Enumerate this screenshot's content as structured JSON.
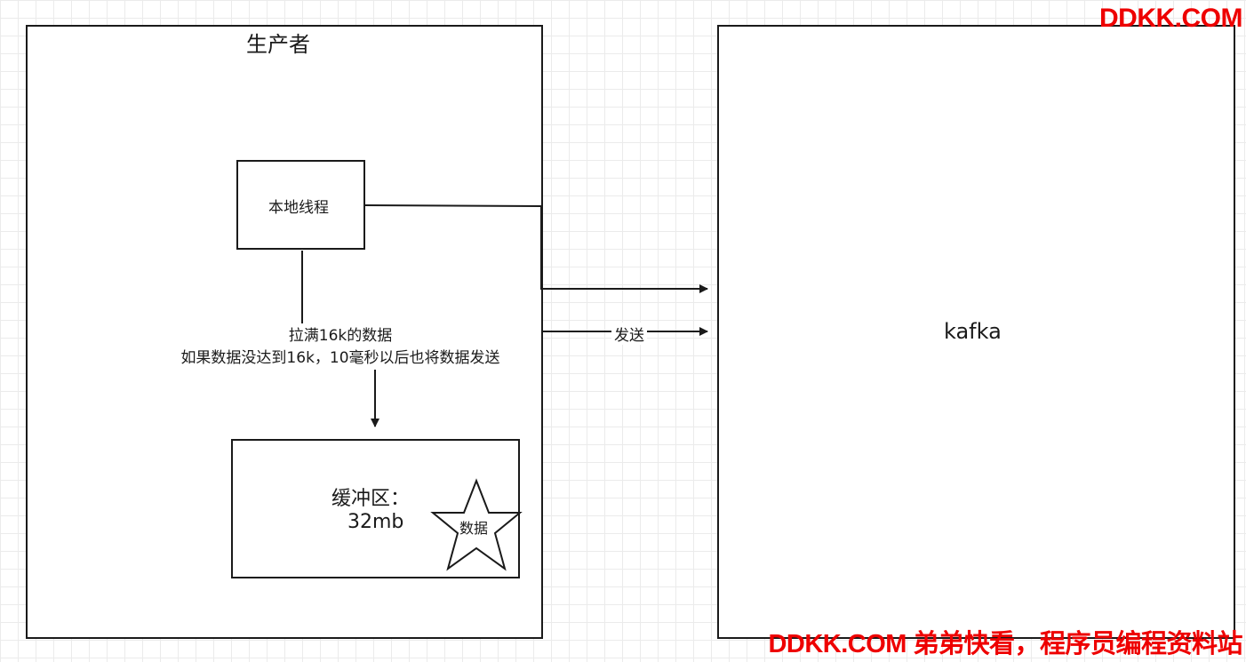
{
  "producer": {
    "title": "生产者",
    "thread_label": "本地线程",
    "edge_label_line1": "拉满16k的数据",
    "edge_label_line2": "如果数据没达到16k，10毫秒以后也将数据发送",
    "buffer_title": "缓冲区：",
    "buffer_size": "32mb",
    "star_label": "数据"
  },
  "broker": {
    "label": "kafka"
  },
  "send_label": "发送",
  "watermark": {
    "top": "DDKK.COM",
    "bottom": "DDKK.COM 弟弟快看，程序员编程资料站"
  },
  "colors": {
    "stroke": "#1a1a1a",
    "watermark": "#ee0000",
    "grid": "#ebebeb"
  }
}
